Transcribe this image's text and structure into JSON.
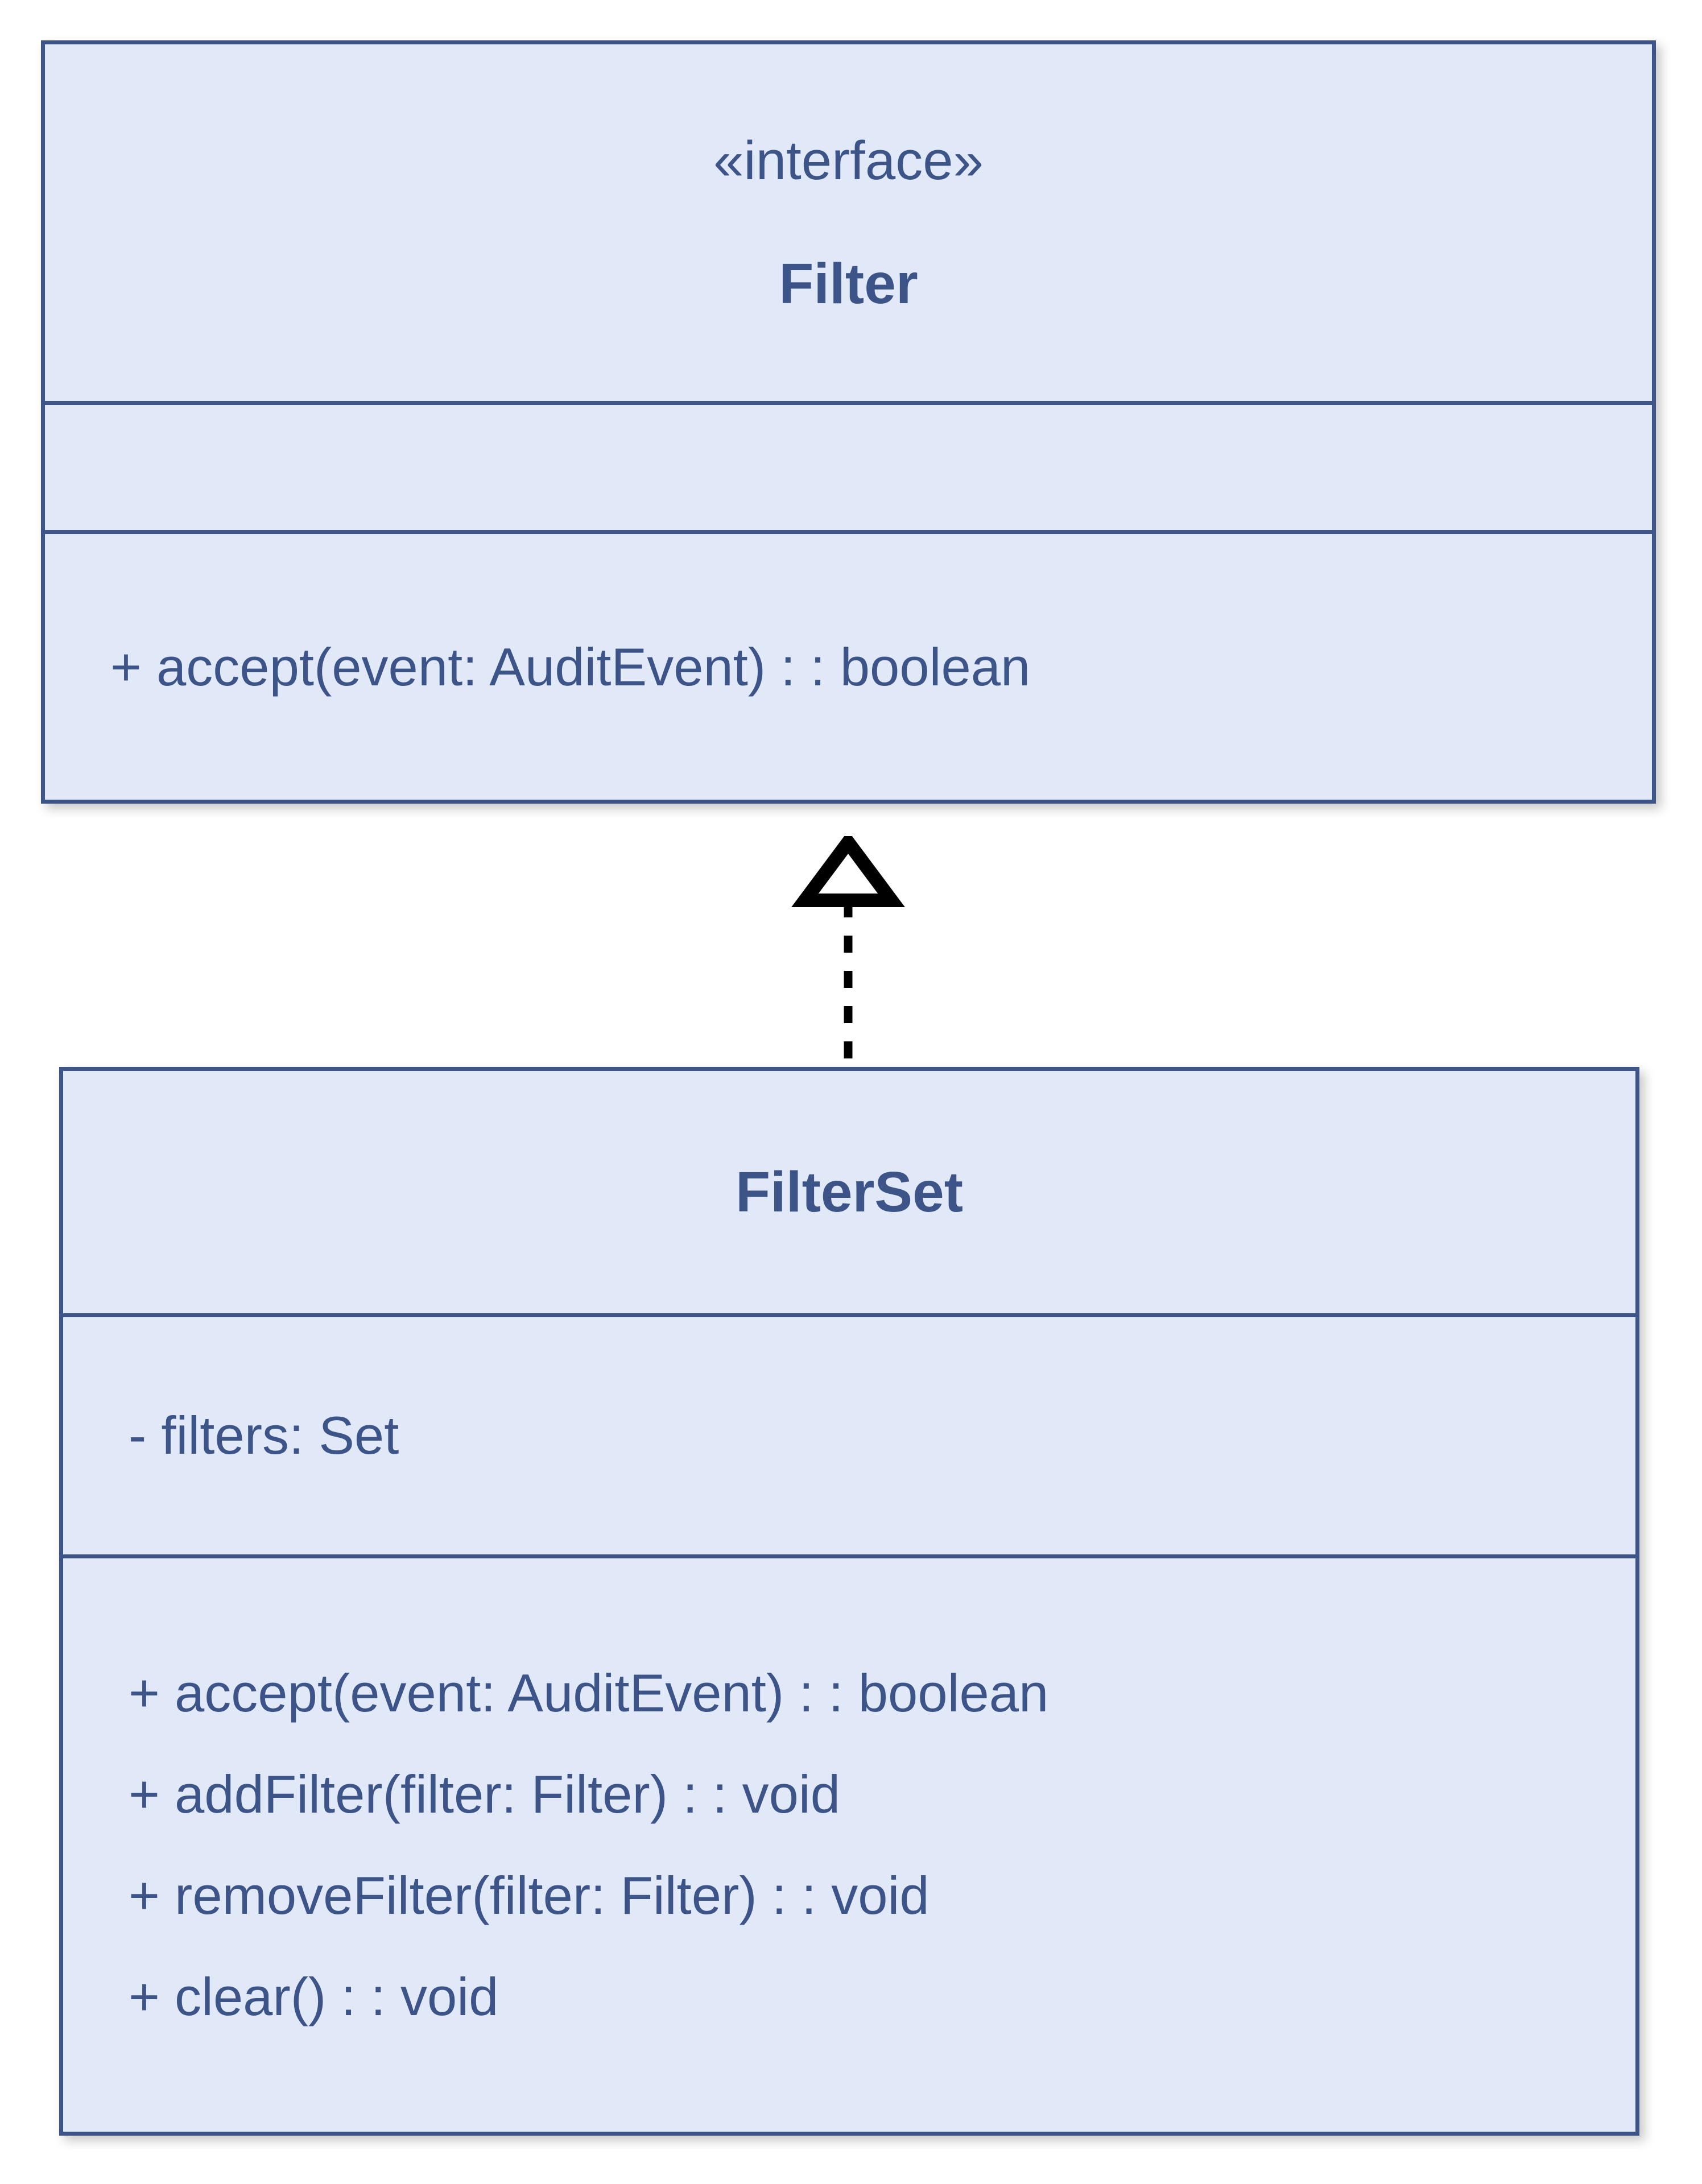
{
  "diagram": {
    "type": "uml-class-diagram",
    "background_color": "#ffffff",
    "box_fill_color": "#e1e9f9",
    "box_border_color": "#3d5488",
    "text_color": "#3d5488",
    "connector_color": "#000000"
  },
  "classes": [
    {
      "id": "filter",
      "stereotype": "«interface»",
      "name": "Filter",
      "attributes": [],
      "methods": [
        "+ accept(event: AuditEvent) : : boolean"
      ]
    },
    {
      "id": "filterset",
      "stereotype": "",
      "name": "FilterSet",
      "attributes": [
        "- filters: Set"
      ],
      "methods": [
        "+ accept(event: AuditEvent) : : boolean",
        "+ addFilter(filter: Filter) : : void",
        "+ removeFilter(filter: Filter) : : void",
        "+ clear() : : void"
      ]
    }
  ],
  "relationships": [
    {
      "kind": "realization",
      "from": "filterset",
      "to": "filter",
      "line_style": "dashed",
      "arrow_head": "hollow-triangle",
      "label": ""
    }
  ]
}
